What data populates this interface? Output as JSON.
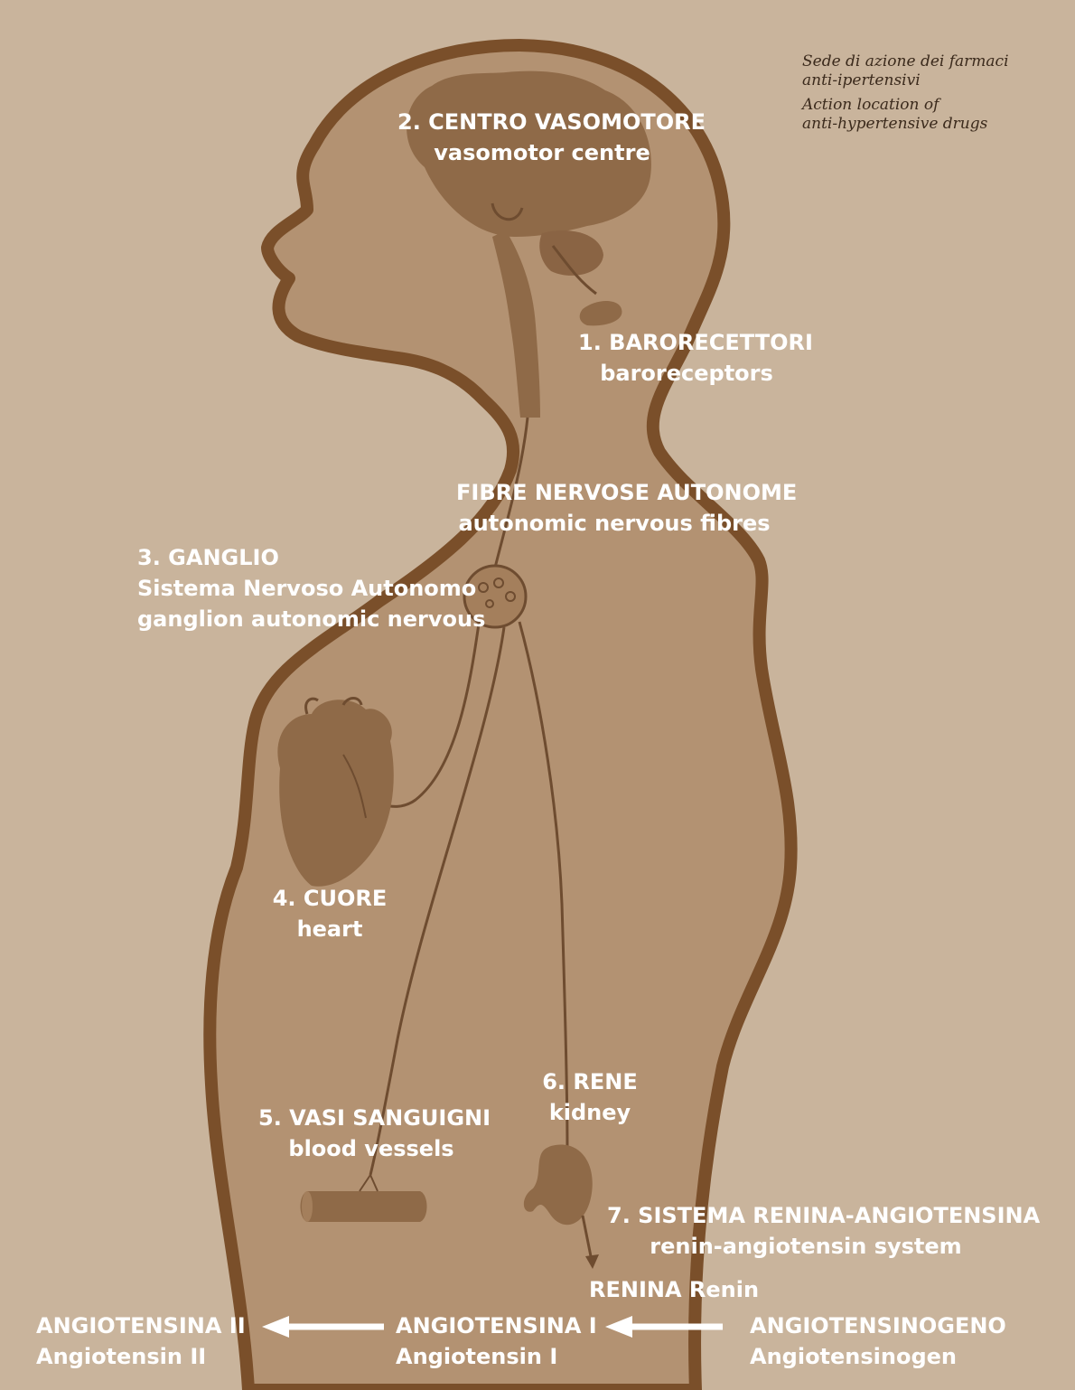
{
  "caption": {
    "it_line1": "Sede di azione dei farmaci",
    "it_line2": "anti-ipertensivi",
    "en_line1": "Action location of",
    "en_line2": "anti-hypertensive drugs"
  },
  "labels": {
    "vasomotor": {
      "it": "2. CENTRO VASOMOTORE",
      "en": "vasomotor centre"
    },
    "baroreceptors": {
      "it": "1. BARORECETTORI",
      "en": "baroreceptors"
    },
    "fibres": {
      "it": "FIBRE NERVOSE AUTONOME",
      "en": "autonomic nervous fibres"
    },
    "ganglion": {
      "it": "3. GANGLIO",
      "it2": "Sistema Nervoso Autonomo",
      "en": "ganglion autonomic nervous"
    },
    "heart": {
      "it": "4. CUORE",
      "en": "heart"
    },
    "kidney": {
      "it": "6. RENE",
      "en": "kidney"
    },
    "vessels": {
      "it": "5. VASI SANGUIGNI",
      "en": "blood vessels"
    },
    "ras": {
      "it": "7. SISTEMA RENINA-ANGIOTENSINA",
      "en": "renin-angiotensin system"
    },
    "renin": {
      "text": "RENINA Renin"
    },
    "angiotensin2": {
      "it": "ANGIOTENSINA II",
      "en": "Angiotensin II"
    },
    "angiotensin1": {
      "it": "ANGIOTENSINA I",
      "en": "Angiotensin I"
    },
    "angiotensinogen": {
      "it": "ANGIOTENSINOGENO",
      "en": "Angiotensinogen"
    }
  },
  "colors": {
    "background": "#c9b49c",
    "body_fill": "#b39272",
    "outline": "#7a4f2a",
    "organ": "#8f6a48",
    "label_text": "#ffffff",
    "caption_text": "#3b2a1c"
  }
}
